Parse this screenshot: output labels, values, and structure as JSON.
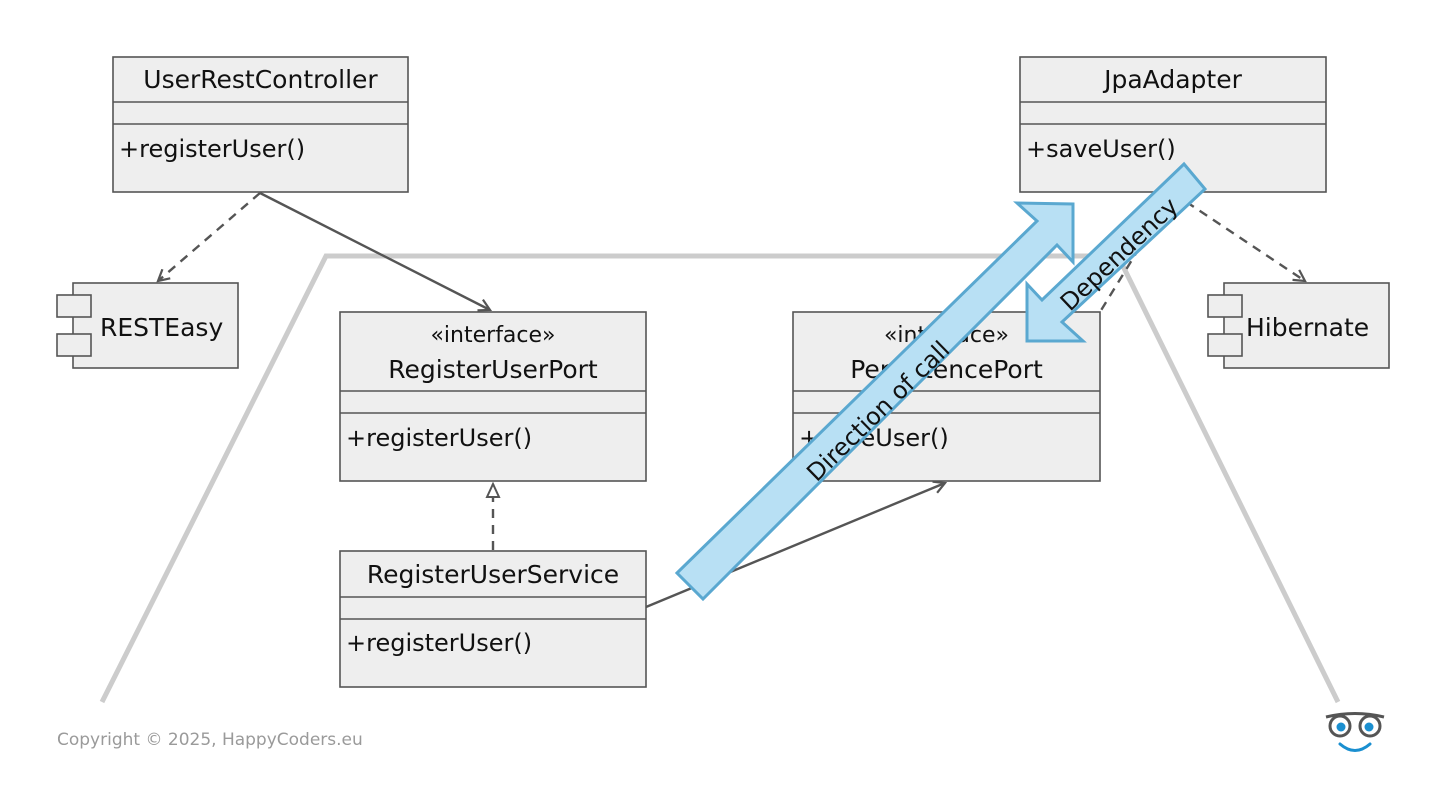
{
  "classes": {
    "user_rest_controller": {
      "name": "UserRestController",
      "method": "+registerUser()"
    },
    "jpa_adapter": {
      "name": "JpaAdapter",
      "method": "+saveUser()"
    },
    "register_user_port": {
      "stereotype": "«interface»",
      "name": "RegisterUserPort",
      "method": "+registerUser()"
    },
    "persistence_port": {
      "stereotype": "«interface»",
      "name": "PersistencePort",
      "method": "+saveUser()"
    },
    "register_user_service": {
      "name": "RegisterUserService",
      "method": "+registerUser()"
    }
  },
  "components": {
    "resteasy": "RESTEasy",
    "hibernate": "Hibernate"
  },
  "overlay_arrows": {
    "call": "Direction of call",
    "dependency": "Dependency"
  },
  "footer": {
    "copyright": "Copyright © 2025, HappyCoders.eu",
    "logo": "happycoders-glasses-logo"
  },
  "colors": {
    "box_fill": "#eeeeee",
    "line": "#555555",
    "hexagon": "#cccccc",
    "arrow_fill": "#b8e0f4",
    "arrow_stroke": "#5aa8d0",
    "logo_blue": "#1a8fd0"
  }
}
